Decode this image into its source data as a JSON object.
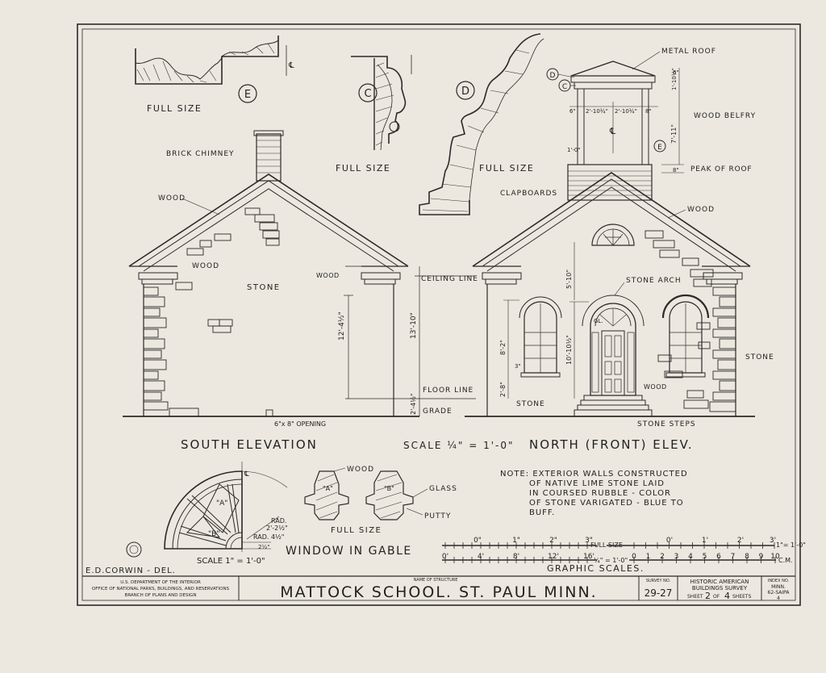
{
  "details": {
    "e_label": "FULL SIZE",
    "e_marker": "E",
    "c_label": "FULL SIZE",
    "c_marker": "C",
    "d_label": "FULL SIZE",
    "d_marker": "D"
  },
  "south": {
    "brick_chimney": "BRICK CHIMNEY",
    "wood_top": "WOOD",
    "wood_cornice": "WOOD",
    "stone": "STONE",
    "wood_right": "WOOD",
    "ceiling_line": "CEILING LINE",
    "floor_line": "FLOOR LINE",
    "grade": "GRADE",
    "dim_12": "12'-4½\"",
    "dim_13": "13'-10\"",
    "dim_2": "2'-4½\"",
    "opening": "6\"x 8\" OPENING",
    "title": "SOUTH ELEVATION"
  },
  "scale_main": "SCALE ¼\" = 1'-0\"",
  "north": {
    "metal_roof": "METAL ROOF",
    "wood_belfry": "WOOD BELFRY",
    "peak_of_roof": "PEAK OF ROOF",
    "clapboards": "CLAPBOARDS",
    "wood": "WOOD",
    "stone_arch": "STONE ARCH",
    "gl": "GL.",
    "wood_door": "WOOD",
    "stone_right": "STONE",
    "stone_bottom": "STONE",
    "stone_steps": "STONE STEPS",
    "dim_1_10": "1'-10½\"",
    "dim_6": "6\"",
    "dim_6b": "6\"",
    "dim_2_10a": "2'-10¾\"",
    "dim_2_10b": "2'-10¾\"",
    "dim_8": "8\"",
    "dim_7_11": "7'-11\"",
    "dim_1_0": "1'-0\"",
    "dim_8b": "8\"",
    "dim_5_10": "5'-10\"",
    "dim_8_2": "8'-2\"",
    "dim_10_10": "10'-10½\"",
    "dim_3": "3\"",
    "dim_2_8": "2'-8\"",
    "marker_d": "D",
    "marker_c": "C",
    "marker_e": "E",
    "title": "NORTH (FRONT) ELEV."
  },
  "note": [
    "NOTE: EXTERIOR WALLS CONSTRUCTED",
    "OF NATIVE LIME STONE LAID",
    "IN COURSED RUBBLE - COLOR",
    "OF STONE VARIGATED - BLUE TO",
    "BUFF."
  ],
  "window": {
    "a": "\"A\"",
    "b": "\"B\"",
    "rad1": "RAD.",
    "rad1_val": "2'-2½\"",
    "rad2": "RAD. 4½\"",
    "dim": "2½\"",
    "scale": "SCALE 1\" = 1'-0\"",
    "title": "WINDOW IN GABLE"
  },
  "sections": {
    "wood": "WOOD",
    "glass": "GLASS",
    "putty": "PUTTY",
    "a": "\"A\"",
    "b": "\"B\"",
    "full_size": "FULL SIZE"
  },
  "graphic_scales": {
    "top_ticks": [
      "0\"",
      "1\"",
      "2\"",
      "3\""
    ],
    "top_label": "FULL SIZE",
    "top_right_ticks": [
      "0'",
      "1'",
      "2'",
      "3'"
    ],
    "top_right_label": "1\"= 1'-0\"",
    "bottom_ticks": [
      "0'",
      "4'",
      "8'",
      "12'",
      "16'"
    ],
    "bottom_label": "¼\" = 1'-0\"",
    "cm_ticks": [
      "0",
      "1",
      "2",
      "3",
      "4",
      "5",
      "6",
      "7",
      "8",
      "9",
      "10"
    ],
    "cm_label": "C.M.",
    "title": "GRAPHIC SCALES."
  },
  "delineator": "E.D.CORWIN - DEL.",
  "title_block": {
    "agency": [
      "U.S. DEPARTMENT OF THE INTERIOR",
      "OFFICE OF NATIONAL PARKS, BUILDINGS, AND RESERVATIONS",
      "BRANCH OF PLANS AND DESIGN"
    ],
    "name_label": "NAME OF STRUCTURE",
    "structure": "MATTOCK SCHOOL. ST. PAUL MINN.",
    "survey_label": "SURVEY NO.",
    "survey_no": "29-27",
    "habs_line1": "HISTORIC AMERICAN",
    "habs_line2": "BUILDINGS SURVEY",
    "sheet_word": "SHEET",
    "sheet_no": "2",
    "of_word": "OF",
    "sheet_total": "4",
    "sheets_word": "SHEETS",
    "index_label": "INDEX NO.",
    "index_1": "MINN.",
    "index_2": "62-SAIPA",
    "index_3": "4"
  }
}
